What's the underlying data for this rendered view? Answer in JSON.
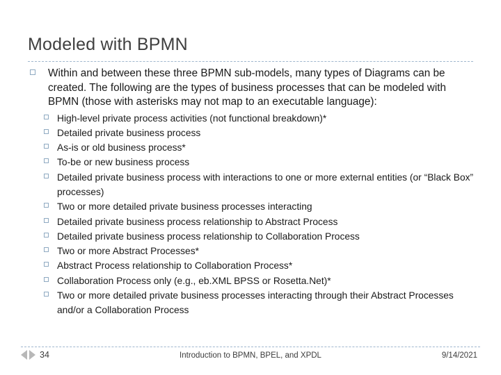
{
  "slide": {
    "title": "Modeled with BPMN",
    "intro": "Within and between these three BPMN sub-models, many types of Diagrams can be created. The following are the types of business processes that can be modeled with BPMN (those with asterisks may not map to an executable language):",
    "items": [
      "High-level private process activities (not functional breakdown)*",
      "Detailed private business process",
      "As-is or old business process*",
      "To-be or new business process",
      "Detailed private business process with interactions to one or more external entities (or “Black Box” processes)",
      "Two or more detailed private business processes interacting",
      "Detailed private business process relationship to Abstract Process",
      "Detailed private business process relationship to Collaboration Process",
      "Two or more Abstract Processes*",
      "Abstract Process relationship to Collaboration Process*",
      "Collaboration Process only (e.g., eb.XML BPSS or Rosetta.Net)*",
      "Two or more detailed private business processes interacting through their Abstract Processes and/or a Collaboration Process"
    ]
  },
  "footer": {
    "page_number": "34",
    "center_text": "Introduction to BPMN, BPEL, and XPDL",
    "date": "9/14/2021"
  }
}
